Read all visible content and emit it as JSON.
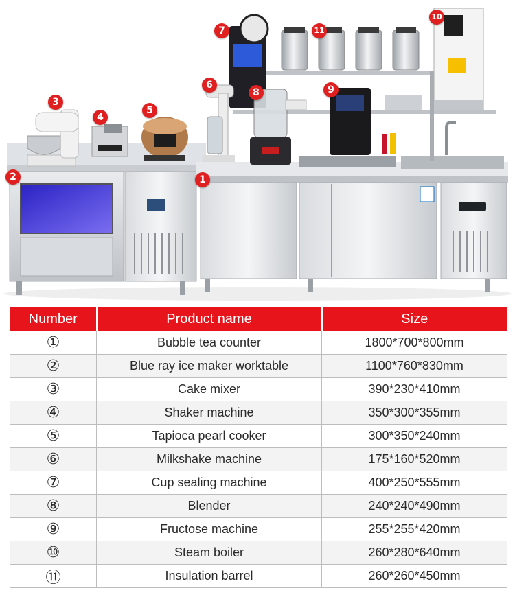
{
  "markers": [
    "1",
    "2",
    "3",
    "4",
    "5",
    "6",
    "7",
    "8",
    "9",
    "10",
    "11"
  ],
  "table": {
    "headers": [
      "Number",
      "Product name",
      "Size"
    ],
    "rows": [
      {
        "num": "①",
        "name": "Bubble tea counter",
        "size": "1800*700*800mm"
      },
      {
        "num": "②",
        "name": "Blue ray ice maker worktable",
        "size": "1100*760*830mm"
      },
      {
        "num": "③",
        "name": "Cake mixer",
        "size": "390*230*410mm"
      },
      {
        "num": "④",
        "name": "Shaker machine",
        "size": "350*300*355mm"
      },
      {
        "num": "⑤",
        "name": "Tapioca pearl cooker",
        "size": "300*350*240mm"
      },
      {
        "num": "⑥",
        "name": "Milkshake machine",
        "size": "175*160*520mm"
      },
      {
        "num": "⑦",
        "name": "Cup sealing machine",
        "size": "400*250*555mm"
      },
      {
        "num": "⑧",
        "name": "Blender",
        "size": "240*240*490mm"
      },
      {
        "num": "⑨",
        "name": "Fructose machine",
        "size": "255*255*420mm"
      },
      {
        "num": "⑩",
        "name": "Steam boiler",
        "size": "260*280*640mm"
      },
      {
        "num": "⑪",
        "name": "Insulation barrel",
        "size": "260*260*450mm"
      }
    ]
  },
  "colors": {
    "accent": "#e8141c",
    "marker": "#e02020",
    "steel": "#c9ccd0",
    "ice_maker_glow": "#3a36c8"
  }
}
